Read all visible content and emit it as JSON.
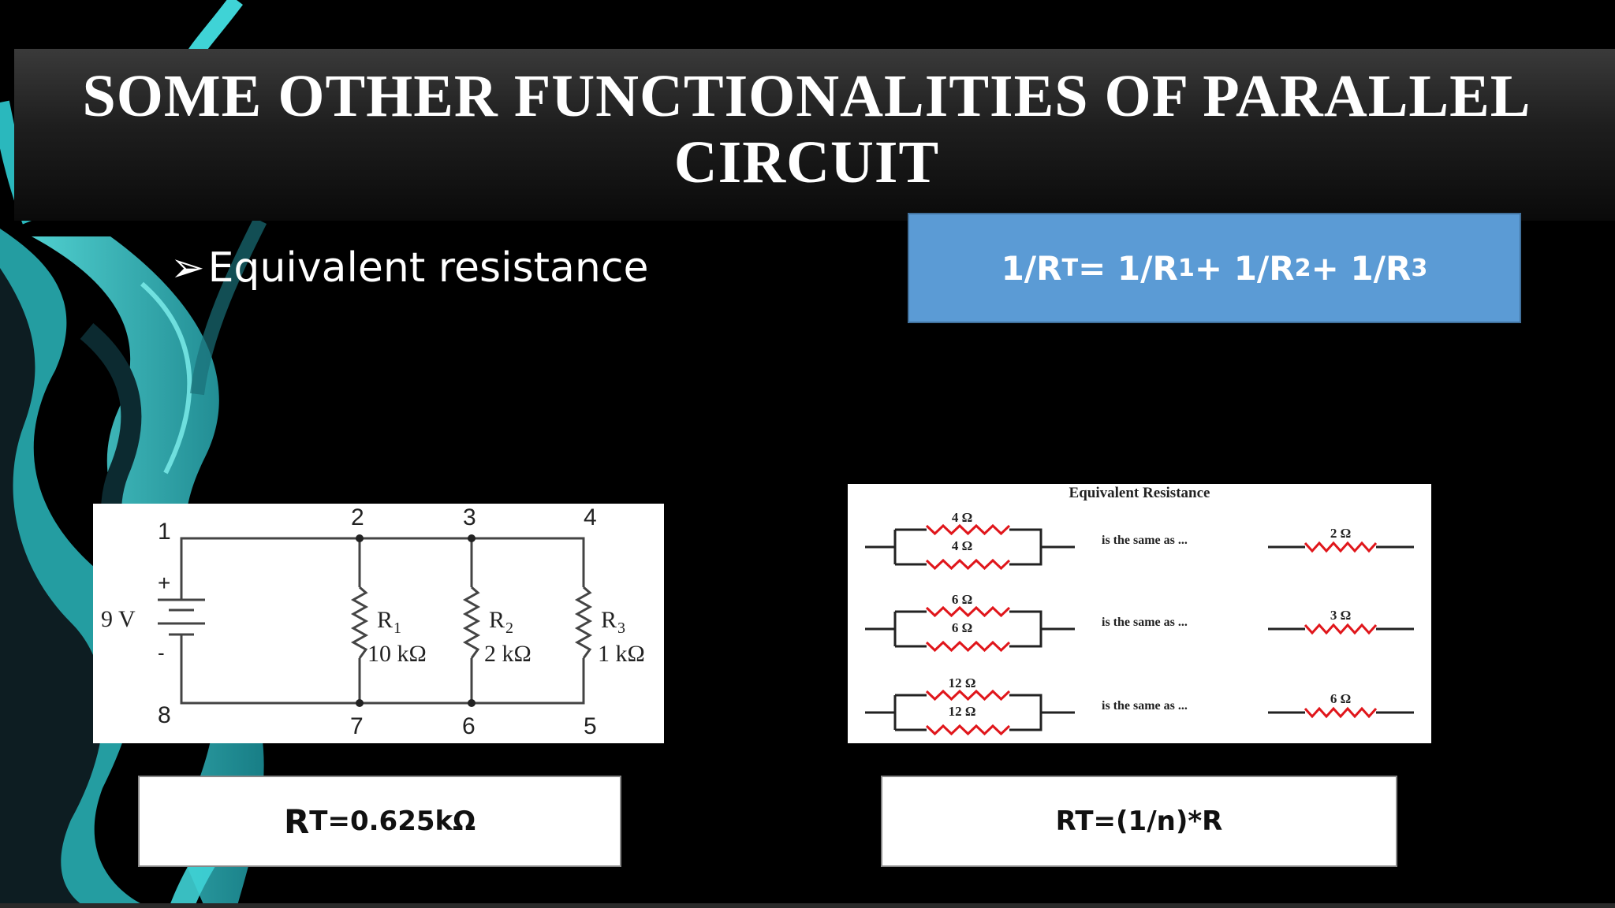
{
  "slide": {
    "title": "SOME OTHER FUNCTIONALITIES OF PARALLEL CIRCUIT",
    "bullet_marker": "➢",
    "bullet_text": "Equivalent resistance",
    "formula": {
      "p1": "1/R",
      "s1": "T",
      "p2": " = 1/R",
      "s2": "1",
      "p3": " + 1/R",
      "s3": "2",
      "p4": " + 1/R",
      "s4": "3"
    },
    "result_left": {
      "prefix": "R",
      "rest": "T=0.625kΩ"
    },
    "result_right": "RT=(1/n)*R"
  },
  "circuit": {
    "nodes": [
      "1",
      "2",
      "3",
      "4",
      "5",
      "6",
      "7",
      "8"
    ],
    "voltage": "9 V",
    "plus": "+",
    "minus": "-",
    "r1": "R",
    "r1_sub": "1",
    "r1_val": "10 kΩ",
    "r2": "R",
    "r2_sub": "2",
    "r2_val": "2 kΩ",
    "r3": "R",
    "r3_sub": "3",
    "r3_val": "1 kΩ"
  },
  "equivalent": {
    "title": "Equivalent Resistance",
    "rows": [
      {
        "top": "4 Ω",
        "bottom": "4 Ω",
        "text": "is the same as ...",
        "result": "2 Ω"
      },
      {
        "top": "6 Ω",
        "bottom": "6 Ω",
        "text": "is the same as ...",
        "result": "3 Ω"
      },
      {
        "top": "12 Ω",
        "bottom": "12 Ω",
        "text": "is the same as ...",
        "result": "6 Ω"
      }
    ]
  },
  "colors": {
    "accent_blue": "#5b9bd5",
    "swirl_cyan": "#3fd3d6",
    "resistor_red": "#e0161b"
  }
}
